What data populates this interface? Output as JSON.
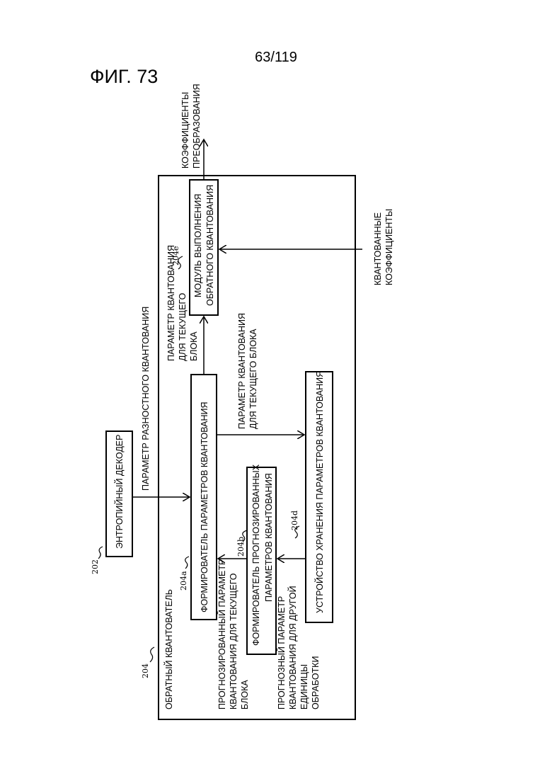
{
  "header": {
    "page_number": "63/119",
    "figure_label": "ФИГ. 73"
  },
  "diagram": {
    "outer_block": {
      "ref": "204",
      "label": "ОБРАТНЫЙ КВАНТОВАТЕЛЬ"
    },
    "entropy_decoder": {
      "ref": "202",
      "label": "ЭНТРОПИЙНЫЙ ДЕКОДЕР"
    },
    "param_former": {
      "ref": "204a",
      "label": "ФОРМИРОВАТЕЛЬ ПАРАМЕТРОВ КВАНТОВАНИЯ"
    },
    "predicted_former": {
      "ref": "204b",
      "label_line1": "ФОРМИРОВАТЕЛЬ ПРОГНОЗИРОВАННЫХ",
      "label_line2": "ПАРАМЕТРОВ КВАНТОВАНИЯ"
    },
    "storage": {
      "ref": "204d",
      "label": "УСТРОЙСТВО ХРАНЕНИЯ ПАРАМЕТРОВ КВАНТОВАНИЯ"
    },
    "inverse_quant_module": {
      "ref": "204e",
      "label_line1": "МОДУЛЬ ВЫПОЛНЕНИЯ",
      "label_line2": "ОБРАТНОГО КВАНТОВАНИЯ"
    },
    "signals": {
      "diff_param": "ПАРАМЕТР РАЗНОСТНОГО КВАНТОВАНИЯ",
      "current_param_top": [
        "ПАРАМЕТР КВАНТОВАНИЯ",
        "ДЛЯ ТЕКУЩЕГО",
        "БЛОКА"
      ],
      "current_param_mid": [
        "ПАРАМЕТР КВАНТОВАНИЯ",
        "ДЛЯ ТЕКУЩЕГО БЛОКА"
      ],
      "predicted_current": [
        "ПРОГНОЗИРОВАННЫЙ ПАРАМЕТР",
        "КВАНТОВАНИЯ ДЛЯ ТЕКУЩЕГО",
        "БЛОКА"
      ],
      "predicted_other": [
        "ПРОГНОЗНЫЙ ПАРАМЕТР",
        "КВАНТОВАНИЯ ДЛЯ ДРУГОЙ",
        "ЕДИНИЦЫ",
        "ОБРАБОТКИ"
      ],
      "quantized_coeffs": [
        "КВАНТОВАННЫЕ",
        "КОЭФФИЦИЕНТЫ"
      ],
      "transform_coeffs": [
        "КОЭФФИЦИЕНТЫ",
        "ПРЕОБРАЗОВАНИЯ"
      ]
    }
  }
}
